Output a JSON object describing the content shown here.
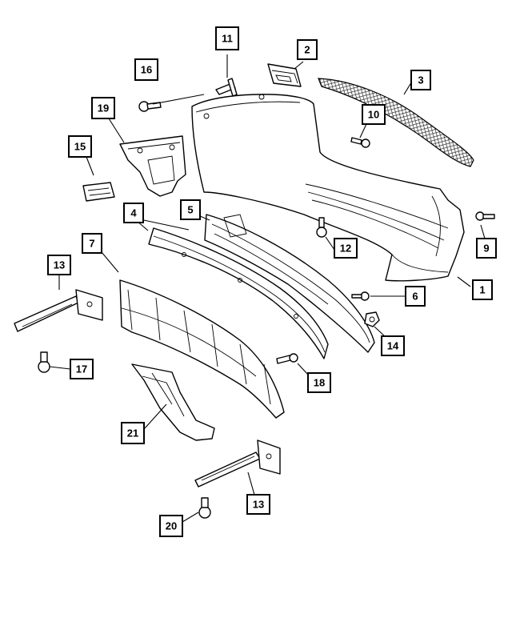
{
  "callouts": [
    {
      "id": "c1",
      "label": "1"
    },
    {
      "id": "c2",
      "label": "2"
    },
    {
      "id": "c3",
      "label": "3"
    },
    {
      "id": "c4",
      "label": "4"
    },
    {
      "id": "c5",
      "label": "5"
    },
    {
      "id": "c6",
      "label": "6"
    },
    {
      "id": "c7",
      "label": "7"
    },
    {
      "id": "c9",
      "label": "9"
    },
    {
      "id": "c10",
      "label": "10"
    },
    {
      "id": "c11",
      "label": "11"
    },
    {
      "id": "c12",
      "label": "12"
    },
    {
      "id": "c13a",
      "label": "13"
    },
    {
      "id": "c13b",
      "label": "13"
    },
    {
      "id": "c14",
      "label": "14"
    },
    {
      "id": "c15",
      "label": "15"
    },
    {
      "id": "c16",
      "label": "16"
    },
    {
      "id": "c17",
      "label": "17"
    },
    {
      "id": "c18",
      "label": "18"
    },
    {
      "id": "c19",
      "label": "19"
    },
    {
      "id": "c20",
      "label": "20"
    },
    {
      "id": "c21",
      "label": "21"
    }
  ]
}
